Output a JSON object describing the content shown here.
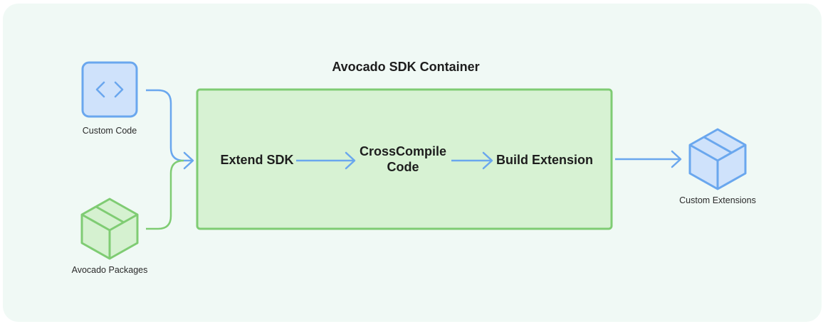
{
  "container": {
    "title": "Avocado SDK Container"
  },
  "inputs": {
    "custom_code": {
      "label": "Custom Code",
      "icon": "code-icon"
    },
    "avocado_packages": {
      "label": "Avocado Packages",
      "icon": "package-icon"
    }
  },
  "steps": [
    {
      "line1": "Extend SDK",
      "line2": ""
    },
    {
      "line1": "CrossCompile",
      "line2": "Code"
    },
    {
      "line1": "Build Extension",
      "line2": ""
    }
  ],
  "output": {
    "label": "Custom Extensions",
    "icon": "package-icon"
  },
  "colors": {
    "background": "#f0f9f5",
    "container_fill": "#d7f2d3",
    "container_stroke": "#7fcc73",
    "blue_fill": "#cfe2fb",
    "blue_stroke": "#6aa7ee",
    "green_fill": "#d5f1d0",
    "green_stroke": "#7fcc73"
  }
}
